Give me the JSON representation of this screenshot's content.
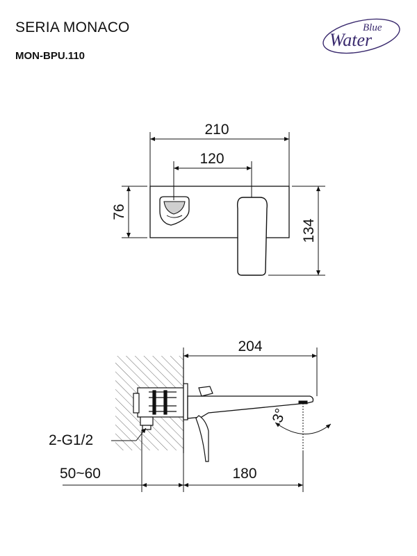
{
  "header": {
    "title": "SERIA MONACO",
    "model_code": "MON-BPU.110"
  },
  "logo": {
    "word_top": "Blue",
    "word_main": "Water",
    "color": "#3a2a6e"
  },
  "front_view": {
    "dim_total_width": "210",
    "dim_spacing": "120",
    "dim_plate_height": "76",
    "dim_total_height": "134"
  },
  "side_view": {
    "dim_spout_length": "204",
    "dim_angle": "3°",
    "dim_connection": "2-G1/2",
    "dim_wall_depth": "50~60",
    "dim_projection": "180"
  }
}
